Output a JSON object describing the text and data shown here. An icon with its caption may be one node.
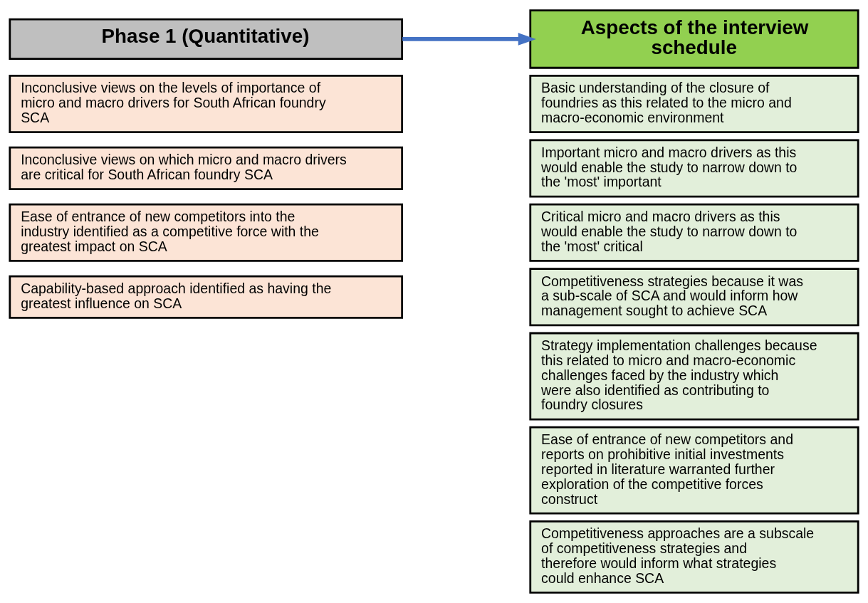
{
  "diagram": {
    "nodes": [
      {
        "text": [
          "Phase 1 (Quantitative)"
        ]
      },
      {
        "text": [
          "Inconclusive views on the levels of importance of micro and macro drivers for South African foundry SCA"
        ]
      },
      {
        "text": [
          "Inconclusive views on which micro and macro drivers are critical for South African foundry SCA"
        ]
      },
      {
        "text": [
          "Ease of entrance of new competitors into the industry identified as a competitive force with the greatest impact on SCA"
        ]
      },
      {
        "text": [
          "Capability-based approach identified as having the greatest influence on SCA"
        ]
      },
      {
        "text": [
          "Aspects of the interview schedule"
        ]
      },
      {
        "text": [
          "Basic understanding of the closure of foundries as this related to the micro and macro-economic environment"
        ]
      },
      {
        "text": [
          "Important micro and macro drivers as this would enable the study to narrow down to the 'most' important"
        ]
      },
      {
        "text": [
          "Critical micro and macro drivers as this would enable the study to narrow down to the 'most' critical"
        ]
      },
      {
        "text": [
          "Competitiveness strategies because it was a sub-scale of SCA and would inform how management sought to achieve SCA"
        ]
      },
      {
        "text": [
          "Strategy implementation challenges because this related to micro and macro-economic challenges faced by the industry which were also identified as contributing to foundry closures"
        ]
      },
      {
        "text": [
          "Ease of entrance of new competitors and reports on prohibitive initial investments reported in literature warranted further exploration of the competitive forces construct"
        ]
      },
      {
        "text": [
          "Competitiveness approaches are a subscale of competitiveness strategies and therefore would inform what strategies could enhance SCA"
        ]
      }
    ],
    "edges": [
      {
        "from": 0,
        "to": 5,
        "arrow": "to"
      }
    ]
  }
}
